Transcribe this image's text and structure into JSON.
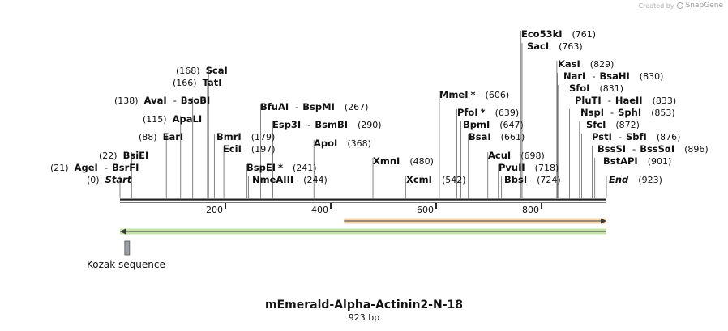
{
  "credit": {
    "prefix": "Created by",
    "brand": "SnapGene"
  },
  "sequence": {
    "title": "mEmerald-Alpha-Actinin2-N-18",
    "length_label": "923 bp",
    "length": 923
  },
  "ruler": {
    "ticks": [
      "200",
      "400",
      "600",
      "800"
    ]
  },
  "sites": [
    {
      "name": "Start",
      "pos": 0,
      "pos_label": "(0)",
      "special": true
    },
    {
      "name": "AgeI",
      "partner": "BsrFI",
      "pos": 21,
      "pos_label": "(21)"
    },
    {
      "name": "BsiEI",
      "pos": 22,
      "pos_label": "(22)"
    },
    {
      "name": "EarI",
      "pos": 88,
      "pos_label": "(88)"
    },
    {
      "name": "ApaLI",
      "pos": 115,
      "pos_label": "(115)"
    },
    {
      "name": "AvaI",
      "partner": "BsoBI",
      "pos": 138,
      "pos_label": "(138)"
    },
    {
      "name": "TatI",
      "pos": 166,
      "pos_label": "(166)"
    },
    {
      "name": "ScaI",
      "pos": 168,
      "pos_label": "(168)"
    },
    {
      "name": "BmrI",
      "pos": 179,
      "pos_label": "(179)"
    },
    {
      "name": "EciI",
      "pos": 197,
      "pos_label": "(197)"
    },
    {
      "name": "BspEI",
      "star": "*",
      "pos": 241,
      "pos_label": "(241)"
    },
    {
      "name": "NmeAIII",
      "pos": 244,
      "pos_label": "(244)"
    },
    {
      "name": "BfuAI",
      "partner": "BspMI",
      "pos": 267,
      "pos_label": "(267)"
    },
    {
      "name": "Esp3I",
      "partner": "BsmBI",
      "pos": 290,
      "pos_label": "(290)"
    },
    {
      "name": "ApoI",
      "pos": 368,
      "pos_label": "(368)"
    },
    {
      "name": "XmnI",
      "pos": 480,
      "pos_label": "(480)"
    },
    {
      "name": "XcmI",
      "pos": 542,
      "pos_label": "(542)"
    },
    {
      "name": "MmeI",
      "star": "*",
      "pos": 606,
      "pos_label": "(606)"
    },
    {
      "name": "PfoI",
      "star": "*",
      "pos": 639,
      "pos_label": "(639)"
    },
    {
      "name": "BpmI",
      "pos": 647,
      "pos_label": "(647)"
    },
    {
      "name": "BsaI",
      "pos": 661,
      "pos_label": "(661)"
    },
    {
      "name": "AcuI",
      "pos": 698,
      "pos_label": "(698)"
    },
    {
      "name": "PvuII",
      "pos": 718,
      "pos_label": "(718)"
    },
    {
      "name": "BbsI",
      "pos": 724,
      "pos_label": "(724)"
    },
    {
      "name": "Eco53kI",
      "pos": 761,
      "pos_label": "(761)"
    },
    {
      "name": "SacI",
      "pos": 763,
      "pos_label": "(763)"
    },
    {
      "name": "KasI",
      "pos": 829,
      "pos_label": "(829)"
    },
    {
      "name": "NarI",
      "partner": "BsaHI",
      "pos": 830,
      "pos_label": "(830)"
    },
    {
      "name": "SfoI",
      "pos": 831,
      "pos_label": "(831)"
    },
    {
      "name": "PluTI",
      "partner": "HaeII",
      "pos": 833,
      "pos_label": "(833)"
    },
    {
      "name": "NspI",
      "partner": "SphI",
      "pos": 853,
      "pos_label": "(853)"
    },
    {
      "name": "SfcI",
      "pos": 872,
      "pos_label": "(872)"
    },
    {
      "name": "PstI",
      "partner": "SbfI",
      "pos": 876,
      "pos_label": "(876)"
    },
    {
      "name": "BssSI",
      "partner": "BssSαI",
      "pos": 896,
      "pos_label": "(896)"
    },
    {
      "name": "BstAPI",
      "pos": 901,
      "pos_label": "(901)"
    },
    {
      "name": "End",
      "pos": 923,
      "pos_label": "(923)",
      "special": true
    }
  ],
  "features": [
    {
      "name": "Kozak sequence",
      "start": 9,
      "end": 18,
      "color": "#9aa0a8"
    }
  ],
  "orf_tracks": [
    {
      "start": 425,
      "end": 923,
      "direction": "forward",
      "color": "#e8a24a"
    },
    {
      "start": 0,
      "end": 923,
      "direction": "reverse",
      "color": "#7cc242"
    }
  ]
}
